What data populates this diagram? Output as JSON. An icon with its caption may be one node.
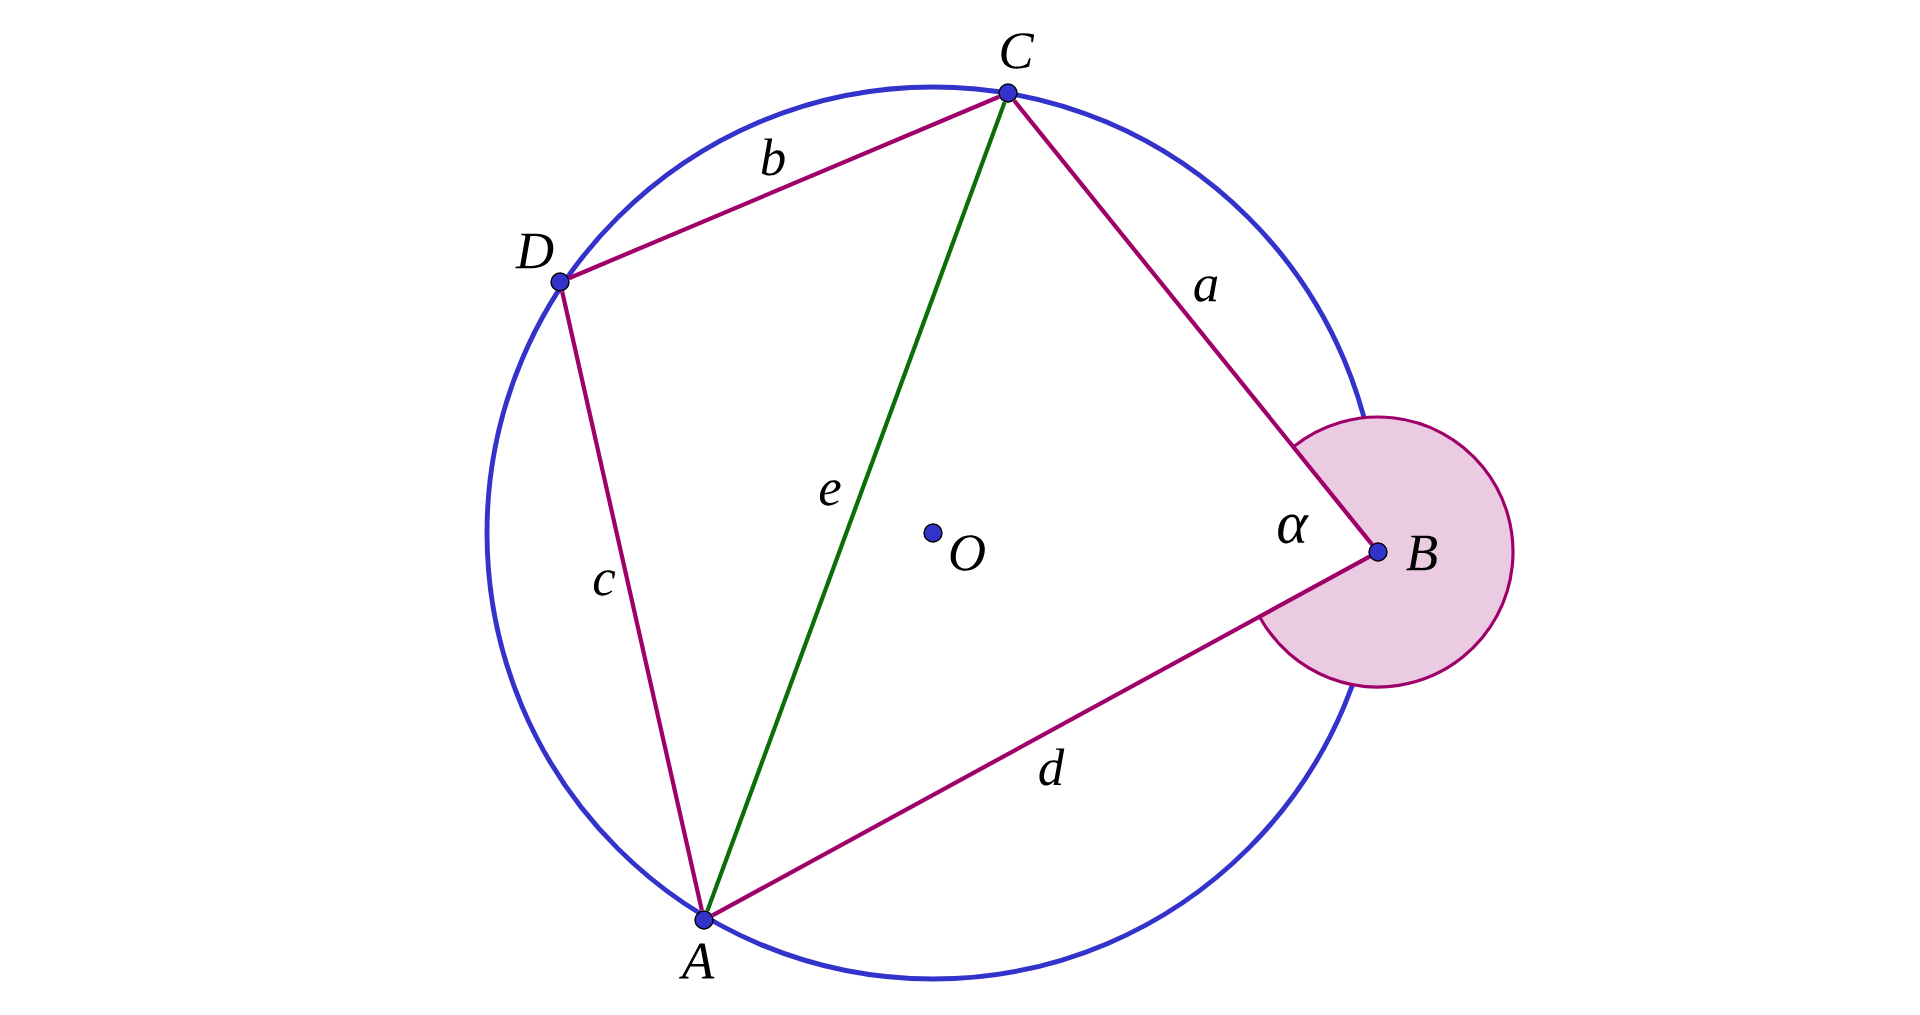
{
  "diagram": {
    "nodes": [
      {
        "text": [],
        "shape": "circle",
        "beside": [
          "C"
        ]
      },
      {
        "text": [],
        "shape": "circle",
        "beside": [
          "D"
        ]
      },
      {
        "text": [],
        "shape": "circle",
        "beside": [
          "O"
        ]
      },
      {
        "text": [],
        "shape": "circle",
        "beside": [
          "B"
        ]
      },
      {
        "text": [],
        "shape": "circle",
        "beside": [
          "A"
        ]
      }
    ],
    "edges": [
      {
        "from": 1,
        "to": 0,
        "arrow": "none",
        "label": "b"
      },
      {
        "from": 0,
        "to": 3,
        "arrow": "none",
        "label": "a"
      },
      {
        "from": 4,
        "to": 0,
        "arrow": "none",
        "label": "e",
        "color": "#0a6e0a"
      },
      {
        "from": 1,
        "to": 4,
        "arrow": "none",
        "label": "c"
      },
      {
        "from": 4,
        "to": 3,
        "arrow": "none",
        "label": "d"
      }
    ],
    "labels": [
      "α"
    ]
  }
}
